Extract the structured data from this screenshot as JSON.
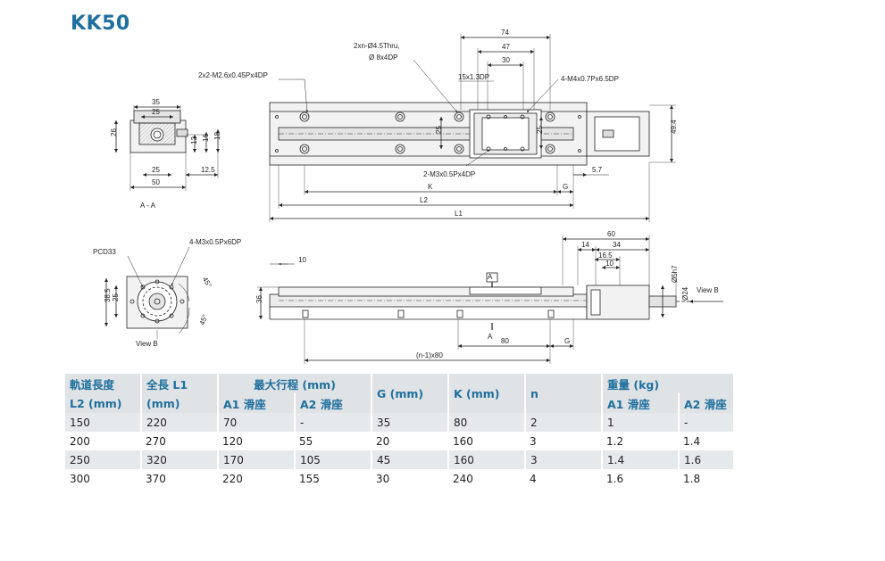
{
  "title": "KK50",
  "drawing": {
    "callouts": {
      "thru_holes_1": "2xn-Ø4.5Thru,",
      "thru_holes_2": "Ø 8x4DP",
      "m2_tap": "2x2-M2.6x0.45Px4DP",
      "m4_tap": "4-M4x0.7Px6.5DP",
      "pitch": "15x1.3DP",
      "m3_tap": "2-M3x0.5Px4DP",
      "m3_end_tap": "4-M3x0.5Px6DP",
      "pcd": "PCD33",
      "angle": "45°",
      "section_label": "A - A",
      "view_b_top": "View B",
      "view_b_bottom": "View B",
      "section_mark_a_top": "A",
      "section_mark_a_bottom": "A"
    },
    "dims": {
      "d74": "74",
      "d47": "47",
      "d30": "30",
      "d25_top": "25",
      "d25_right": "25",
      "d49_4": "49.4",
      "d5_7": "5.7",
      "K": "K",
      "G": "G",
      "L2": "L2",
      "L1": "L1",
      "d35": "35",
      "d25_a": "25",
      "d26": "26",
      "d12": "12",
      "d16": "16",
      "d18": "18",
      "d25_b": "25",
      "d12_5": "12.5",
      "d50": "50",
      "d60": "60",
      "d14": "14",
      "d34": "34",
      "d16_5": "16.5",
      "d10_r": "10",
      "d5h7": "Ø5h7",
      "d24": "Ø24",
      "d10_l": "10",
      "d36": "36",
      "d80": "80",
      "G2": "G",
      "nm1x80": "(n-1)x80",
      "d38_5": "38.5",
      "d25_v": "25"
    }
  },
  "table": {
    "head1": [
      "軌道長度",
      "全長 L1",
      "最大行程 (mm)",
      "G (mm)",
      "K (mm)",
      "n",
      "重量 (kg)"
    ],
    "head2": [
      "L2 (mm)",
      "(mm)",
      "A1 滑座",
      "A2 滑座",
      "A1 滑座",
      "A2 滑座"
    ],
    "rows": [
      [
        "150",
        "220",
        "70",
        "-",
        "35",
        "80",
        "2",
        "1",
        "-"
      ],
      [
        "200",
        "270",
        "120",
        "55",
        "20",
        "160",
        "3",
        "1.2",
        "1.4"
      ],
      [
        "250",
        "320",
        "170",
        "105",
        "45",
        "160",
        "3",
        "1.4",
        "1.6"
      ],
      [
        "300",
        "370",
        "220",
        "155",
        "30",
        "240",
        "4",
        "1.6",
        "1.8"
      ]
    ]
  }
}
